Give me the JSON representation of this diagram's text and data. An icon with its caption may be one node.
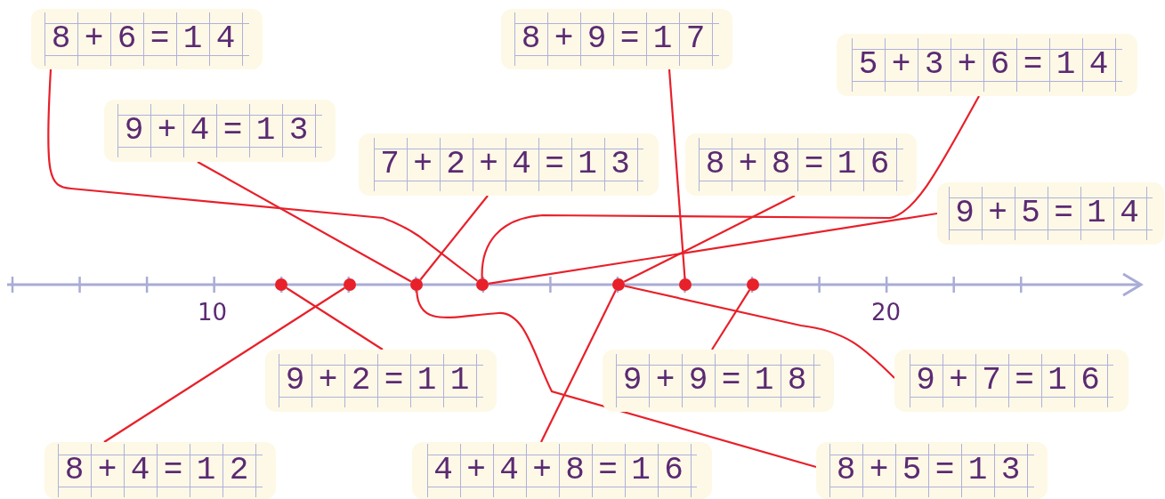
{
  "diagram": {
    "nodes": [
      {
        "text": [
          "8+6=14"
        ]
      },
      {
        "text": [
          "8+9=17"
        ]
      },
      {
        "text": [
          "5+3+6=14"
        ]
      },
      {
        "text": [
          "9+4=13"
        ]
      },
      {
        "text": [
          "7+2+4=13"
        ]
      },
      {
        "text": [
          "8+8=16"
        ]
      },
      {
        "text": [
          "9+5=14"
        ]
      },
      {
        "text": [
          "9+2=11"
        ]
      },
      {
        "text": [
          "9+9=18"
        ]
      },
      {
        "text": [
          "9+7=16"
        ]
      },
      {
        "text": [
          "8+4=12"
        ]
      },
      {
        "text": [
          "4+4+8=16"
        ]
      },
      {
        "text": [
          "8+5=13"
        ]
      },
      {
        "text": [],
        "shape": "circle"
      },
      {
        "text": [],
        "shape": "circle"
      },
      {
        "text": [],
        "shape": "circle"
      },
      {
        "text": [],
        "shape": "circle"
      },
      {
        "text": [],
        "shape": "circle"
      },
      {
        "text": [],
        "shape": "circle"
      },
      {
        "text": [],
        "shape": "circle"
      }
    ],
    "edges": [
      {
        "from": 0,
        "to": 16,
        "arrow": "none"
      },
      {
        "from": 1,
        "to": 18,
        "arrow": "none"
      },
      {
        "from": 2,
        "to": 16,
        "arrow": "none"
      },
      {
        "from": 3,
        "to": 15,
        "arrow": "none"
      },
      {
        "from": 4,
        "to": 15,
        "arrow": "none"
      },
      {
        "from": 5,
        "to": 17,
        "arrow": "none"
      },
      {
        "from": 6,
        "to": 16,
        "arrow": "none"
      },
      {
        "from": 7,
        "to": 13,
        "arrow": "none"
      },
      {
        "from": 8,
        "to": 19,
        "arrow": "none"
      },
      {
        "from": 9,
        "to": 17,
        "arrow": "none"
      },
      {
        "from": 10,
        "to": 14,
        "arrow": "none"
      },
      {
        "from": 11,
        "to": 17,
        "arrow": "none"
      },
      {
        "from": 12,
        "to": 15,
        "arrow": "none"
      }
    ],
    "labels": [
      "10",
      "20"
    ]
  }
}
